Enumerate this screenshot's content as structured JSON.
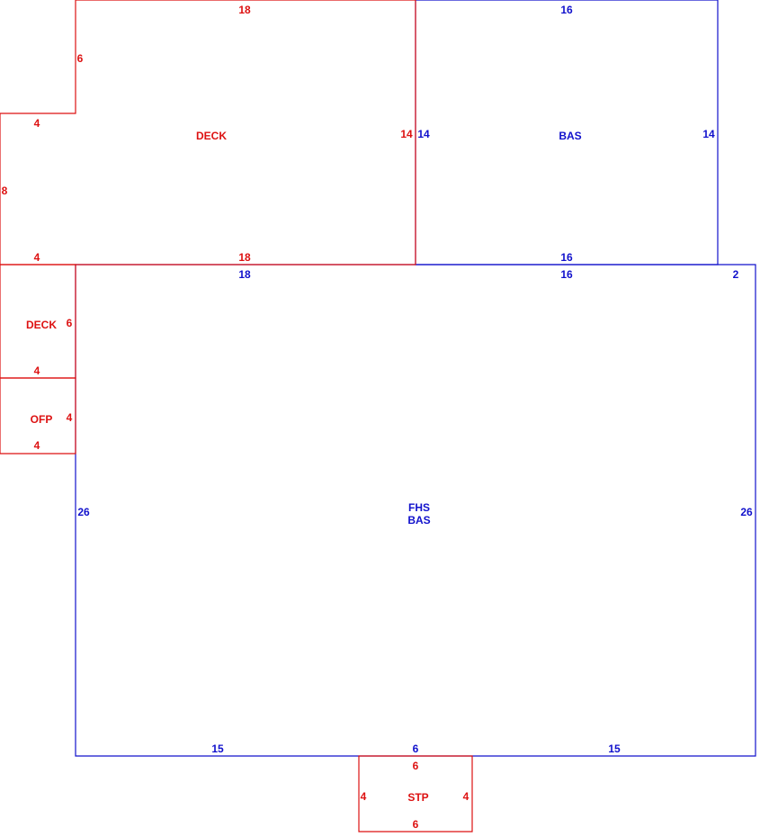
{
  "colors": {
    "living": "#1111cc",
    "exterior": "#dd1111"
  },
  "areas": {
    "deck_top": {
      "label": "DECK",
      "dims": {
        "top": "18",
        "left_upper": "6",
        "step_width": "4",
        "left_lower": "8",
        "bottom_left": "4",
        "bottom": "18",
        "right": "14"
      }
    },
    "bas_top": {
      "label": "BAS",
      "dims": {
        "top": "16",
        "left": "14",
        "right": "14",
        "bottom": "16"
      }
    },
    "deck_side": {
      "label": "DECK",
      "dims": {
        "right": "6",
        "bottom": "4"
      }
    },
    "ofp": {
      "label": "OFP",
      "dims": {
        "right": "4",
        "bottom": "4"
      }
    },
    "main": {
      "label_line1": "FHS",
      "label_line2": "BAS",
      "dims": {
        "top_left": "18",
        "top_mid": "16",
        "top_right": "2",
        "left": "26",
        "right": "26",
        "bottom_left": "15",
        "bottom_mid": "6",
        "bottom_right": "15"
      }
    },
    "stp": {
      "label": "STP",
      "dims": {
        "top": "6",
        "left": "4",
        "right": "4",
        "bottom": "6"
      }
    }
  }
}
